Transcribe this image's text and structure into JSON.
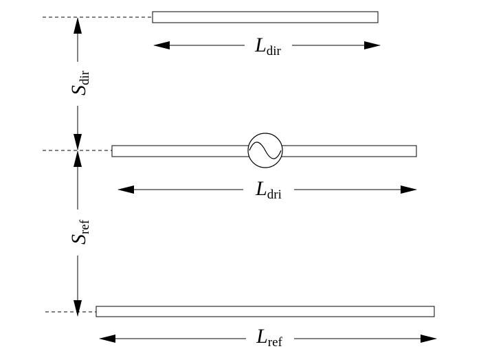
{
  "diagram": {
    "director": {
      "length_label": {
        "main": "L",
        "sub": "dir"
      },
      "spacing_label": {
        "main": "S",
        "sub": "dir"
      }
    },
    "driven": {
      "length_label": {
        "main": "L",
        "sub": "dri"
      },
      "source_icon": "ac-source-icon"
    },
    "reflector": {
      "length_label": {
        "main": "L",
        "sub": "ref"
      },
      "spacing_label": {
        "main": "S",
        "sub": "ref"
      }
    },
    "colors": {
      "stroke": "#000000",
      "fill": "#ffffff"
    }
  }
}
